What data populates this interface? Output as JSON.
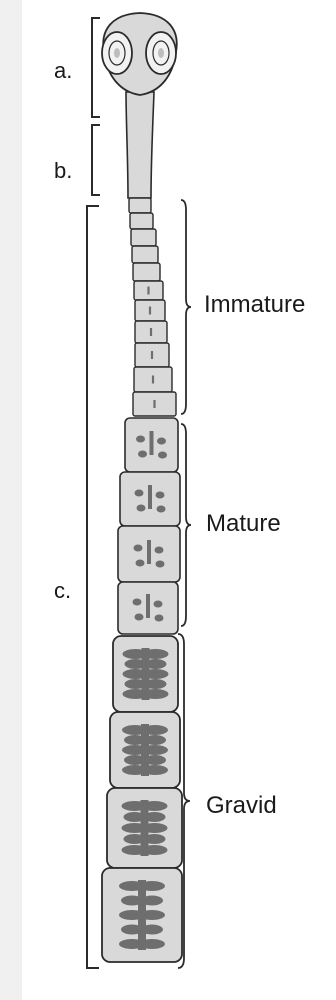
{
  "labels": {
    "a": "a.",
    "b": "b.",
    "c": "c.",
    "immature": "Immature",
    "mature": "Mature",
    "gravid": "Gravid"
  },
  "colors": {
    "outline": "#2b2b2b",
    "segment_fill": "#d9d9d9",
    "organ_fill": "#6e6e6e",
    "background": "#ffffff",
    "shadow": "#ececec"
  }
}
